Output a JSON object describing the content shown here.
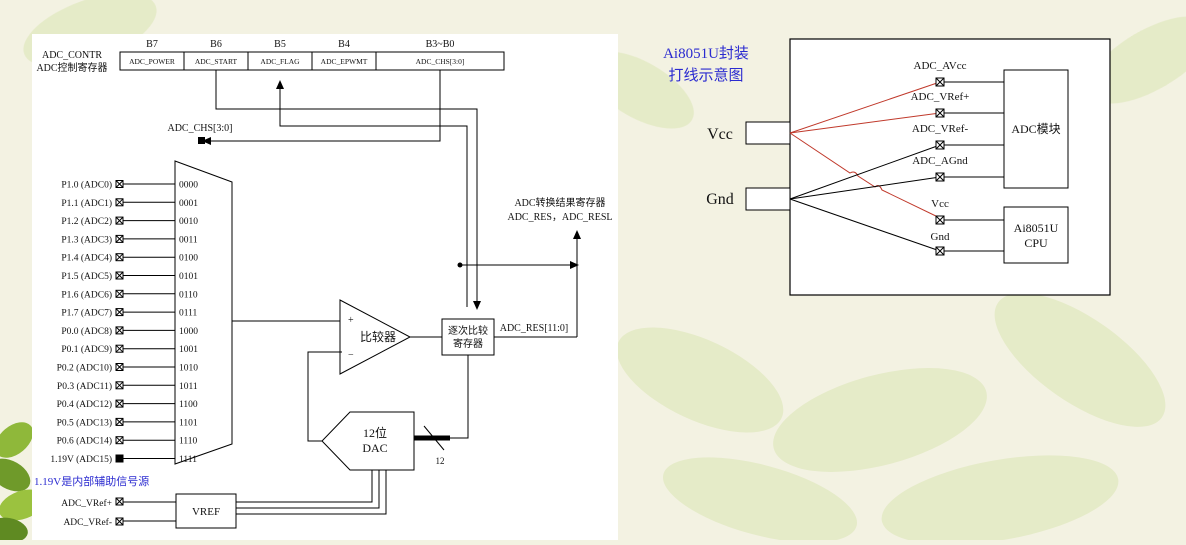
{
  "colors": {
    "background": "#f3f2e2",
    "leaf": "#d8e3b5",
    "wire": "#000000",
    "red_wire": "#c0392b",
    "blue_text": "#2b2bd0"
  },
  "left_diagram": {
    "register_name": "ADC_CONTR",
    "register_desc": "ADC控制寄存器",
    "bit_headers": [
      "B7",
      "B6",
      "B5",
      "B4",
      "B3~B0"
    ],
    "bit_names": [
      "ADC_POWER",
      "ADC_START",
      "ADC_FLAG",
      "ADC_EPWMT",
      "ADC_CHS[3:0]"
    ],
    "chs_label": "ADC_CHS[3:0]",
    "channels": [
      {
        "pin": "P1.0 (ADC0)",
        "code": "0000"
      },
      {
        "pin": "P1.1 (ADC1)",
        "code": "0001"
      },
      {
        "pin": "P1.2 (ADC2)",
        "code": "0010"
      },
      {
        "pin": "P1.3 (ADC3)",
        "code": "0011"
      },
      {
        "pin": "P1.4 (ADC4)",
        "code": "0100"
      },
      {
        "pin": "P1.5 (ADC5)",
        "code": "0101"
      },
      {
        "pin": "P1.6 (ADC6)",
        "code": "0110"
      },
      {
        "pin": "P1.7 (ADC7)",
        "code": "0111"
      },
      {
        "pin": "P0.0 (ADC8)",
        "code": "1000"
      },
      {
        "pin": "P0.1 (ADC9)",
        "code": "1001"
      },
      {
        "pin": "P0.2 (ADC10)",
        "code": "1010"
      },
      {
        "pin": "P0.3 (ADC11)",
        "code": "1011"
      },
      {
        "pin": "P0.4 (ADC12)",
        "code": "1100"
      },
      {
        "pin": "P0.5 (ADC13)",
        "code": "1101"
      },
      {
        "pin": "P0.6 (ADC14)",
        "code": "1110"
      },
      {
        "pin": "1.19V (ADC15)",
        "code": "1111"
      }
    ],
    "comparator_label": "比较器",
    "comparator_plus": "+",
    "comparator_minus": "−",
    "sar_line1": "逐次比较",
    "sar_line2": "寄存器",
    "dac_line1": "12位",
    "dac_line2": "DAC",
    "bus_width": "12",
    "result_reg_title": "ADC转换结果寄存器",
    "result_reg_names": "ADC_RES，ADC_RESL",
    "adc_res_bus": "ADC_RES[11:0]",
    "internal_note": "1.19V是内部辅助信号源",
    "vref_pos": "ADC_VRef+",
    "vref_neg": "ADC_VRef-",
    "vref_block": "VREF"
  },
  "right_diagram": {
    "title_line1": "Ai8051U封装",
    "title_line2": "打线示意图",
    "vcc": "Vcc",
    "gnd": "Gnd",
    "pins": [
      "ADC_AVcc",
      "ADC_VRef+",
      "ADC_VRef-",
      "ADC_AGnd",
      "Vcc",
      "Gnd"
    ],
    "adc_module": "ADC模块",
    "cpu_line1": "Ai8051U",
    "cpu_line2": "CPU"
  }
}
